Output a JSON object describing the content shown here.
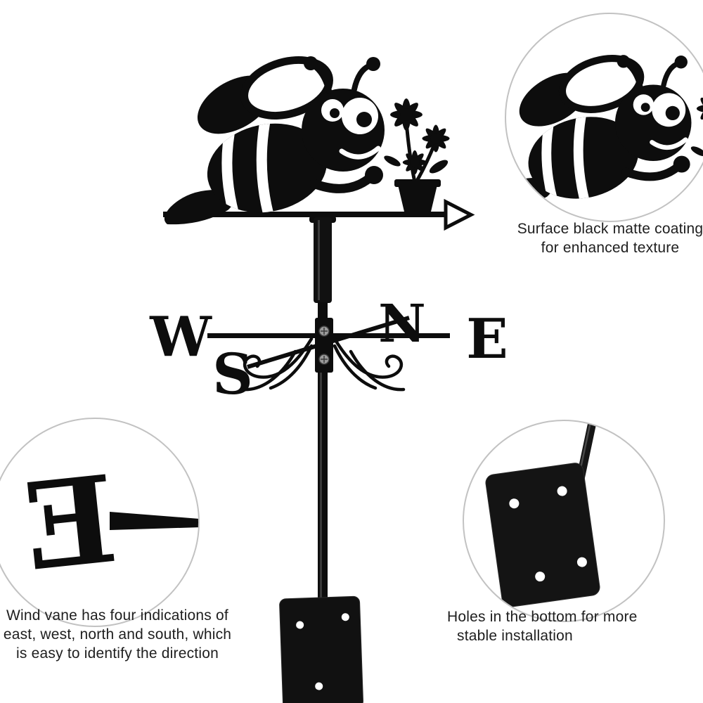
{
  "compass": {
    "west": "W",
    "north": "N",
    "east": "E",
    "south": "S"
  },
  "callouts": {
    "coating": {
      "line1": "Surface black matte coating",
      "line2": "for enhanced texture"
    },
    "directions": {
      "line1": "Wind vane has four indications of",
      "line2": "east, west, north and south, which",
      "line3": "is easy to identify the direction"
    },
    "holes": {
      "line1": "Holes in the bottom for more",
      "line2": "stable installation"
    }
  },
  "colors": {
    "silhouette": "#0d0d0d",
    "caption_text": "#1e1e1e",
    "circle_border": "#c2c2c2",
    "background": "#ffffff",
    "screw": "#9a9a9a"
  }
}
